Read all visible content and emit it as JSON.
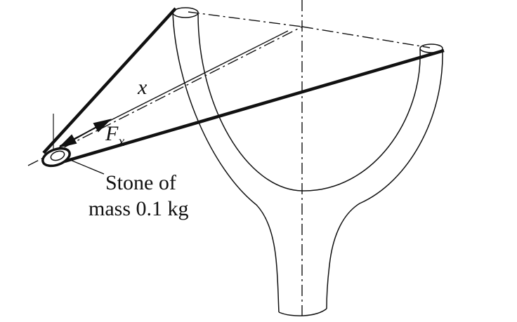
{
  "labels": {
    "displacement": "x",
    "force_main": "F",
    "force_sub": "x",
    "stone_line1": "Stone of",
    "stone_line2": "mass 0.1 kg"
  },
  "colors": {
    "ink": "#111111",
    "background": "#ffffff"
  }
}
